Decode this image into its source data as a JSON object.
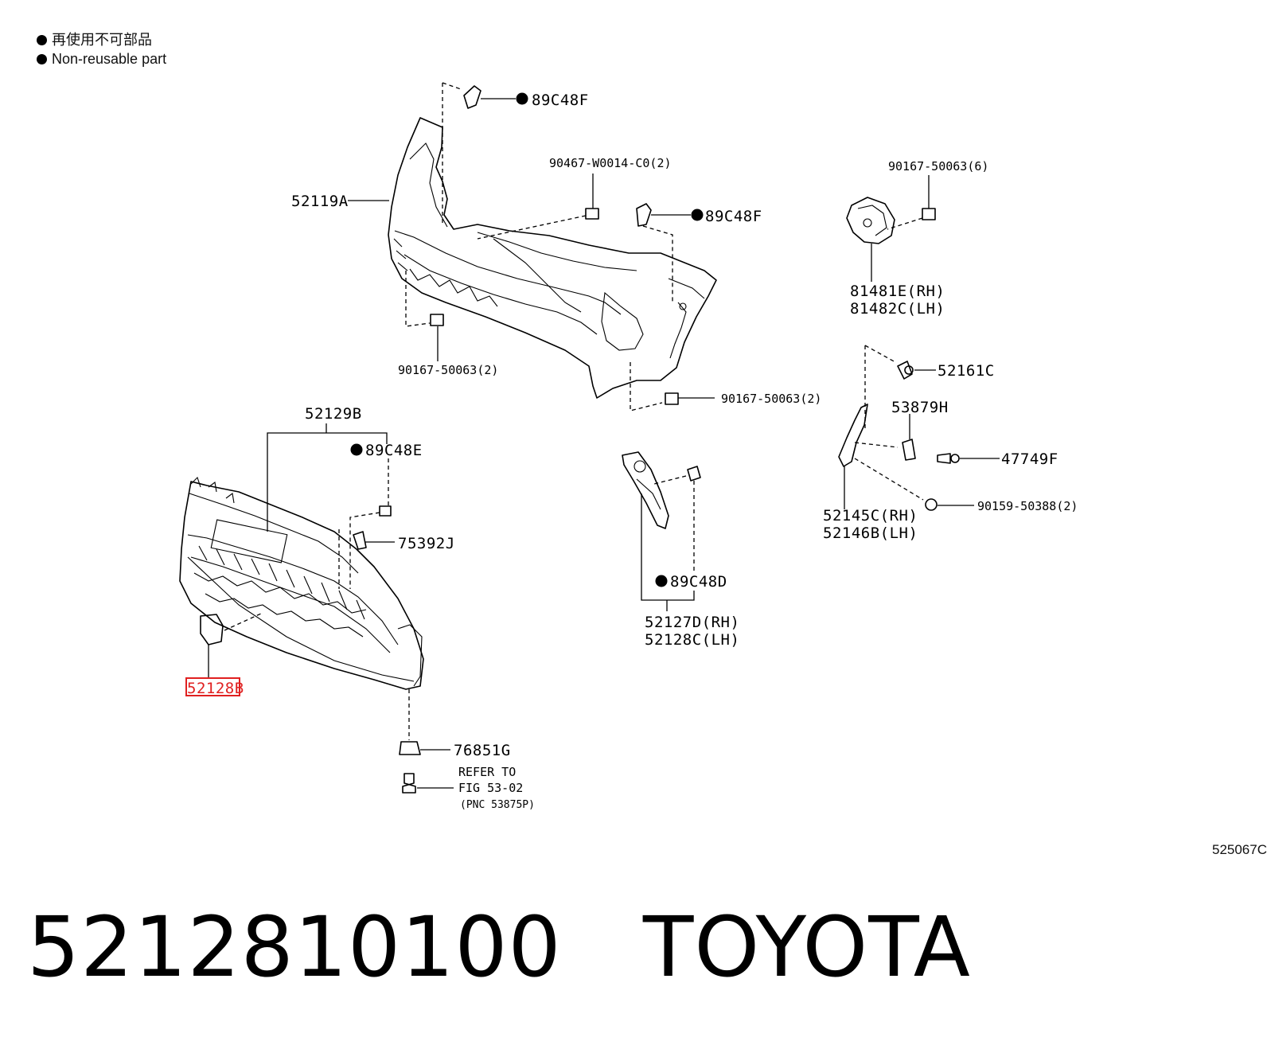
{
  "legend": {
    "jp": "再使用不可部品",
    "en": "Non-reusable part"
  },
  "labels": {
    "c89C48F_top": "89C48F",
    "c90467": "90467-W0014-C0(2)",
    "c89C48F_mid": "89C48F",
    "c90167_6": "90167-50063(6)",
    "c52119A": "52119A",
    "c81481E": "81481E(RH)",
    "c81482C": "81482C(LH)",
    "c90167_2a": "90167-50063(2)",
    "c52161C": "52161C",
    "c90167_2b": "90167-50063(2)",
    "c52129B": "52129B",
    "c53879H": "53879H",
    "c89C48E": "89C48E",
    "c47749F": "47749F",
    "c90159": "90159-50388(2)",
    "c52145C": "52145C(RH)",
    "c52146B": "52146B(LH)",
    "c75392J": "75392J",
    "c89C48D": "89C48D",
    "c52127D": "52127D(RH)",
    "c52128C": "52128C(LH)",
    "c52128B": "52128B",
    "c76851G": "76851G",
    "refer1": "REFER TO",
    "refer2": "FIG 53-02",
    "refer3": "(PNC 53875P)"
  },
  "figure_code": "525067C",
  "footer": {
    "part_number": "5212810100",
    "brand": "TOYOTA"
  },
  "colors": {
    "ink": "#000000",
    "highlight": "#e02020",
    "background": "#ffffff"
  }
}
